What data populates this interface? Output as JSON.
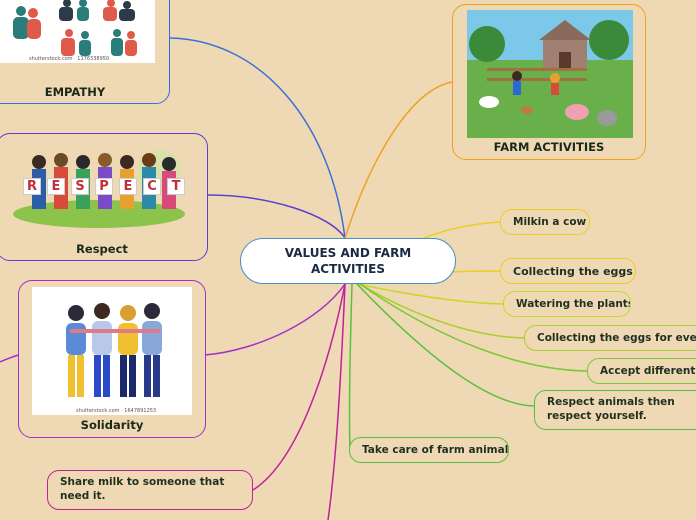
{
  "central": {
    "title": "VALUES AND FARM ACTIVITIES"
  },
  "cards": {
    "empathy": {
      "label": "EMPATHY",
      "credit": "shutterstock.com · 1176338950"
    },
    "respect": {
      "label": "Respect",
      "sign": [
        "R",
        "E",
        "S",
        "P",
        "E",
        "C",
        "T"
      ]
    },
    "solidarity": {
      "label": "Solidarity",
      "credit": "shutterstock.com · 1647891253"
    },
    "farm": {
      "label": "FARM ACTIVITIES"
    }
  },
  "topics": {
    "milk_cow": "Milkin a cow",
    "collect_eggs": "Collecting the eggs",
    "water_plants": "Watering the plants",
    "eggs_everybody": "Collecting the eggs for everybody",
    "accept_animals": "Accept different animals",
    "respect_animals": "Respect animals then respect yourself.",
    "care_animals": "Take care of farm animals.",
    "share_milk": "Share milk to someone that need it."
  },
  "colors": {
    "background": "#efd9b4",
    "central_border": "#4a8fc4",
    "empathy_link": "#3a6fd8",
    "respect_link": "#5b3fd0",
    "solidarity_link": "#a52fc8",
    "share_link": "#c0209a",
    "farm_link": "#f0a020",
    "yellow_link": "#e8d020",
    "yellowgreen_link": "#c8d828",
    "green_link": "#58c040"
  }
}
